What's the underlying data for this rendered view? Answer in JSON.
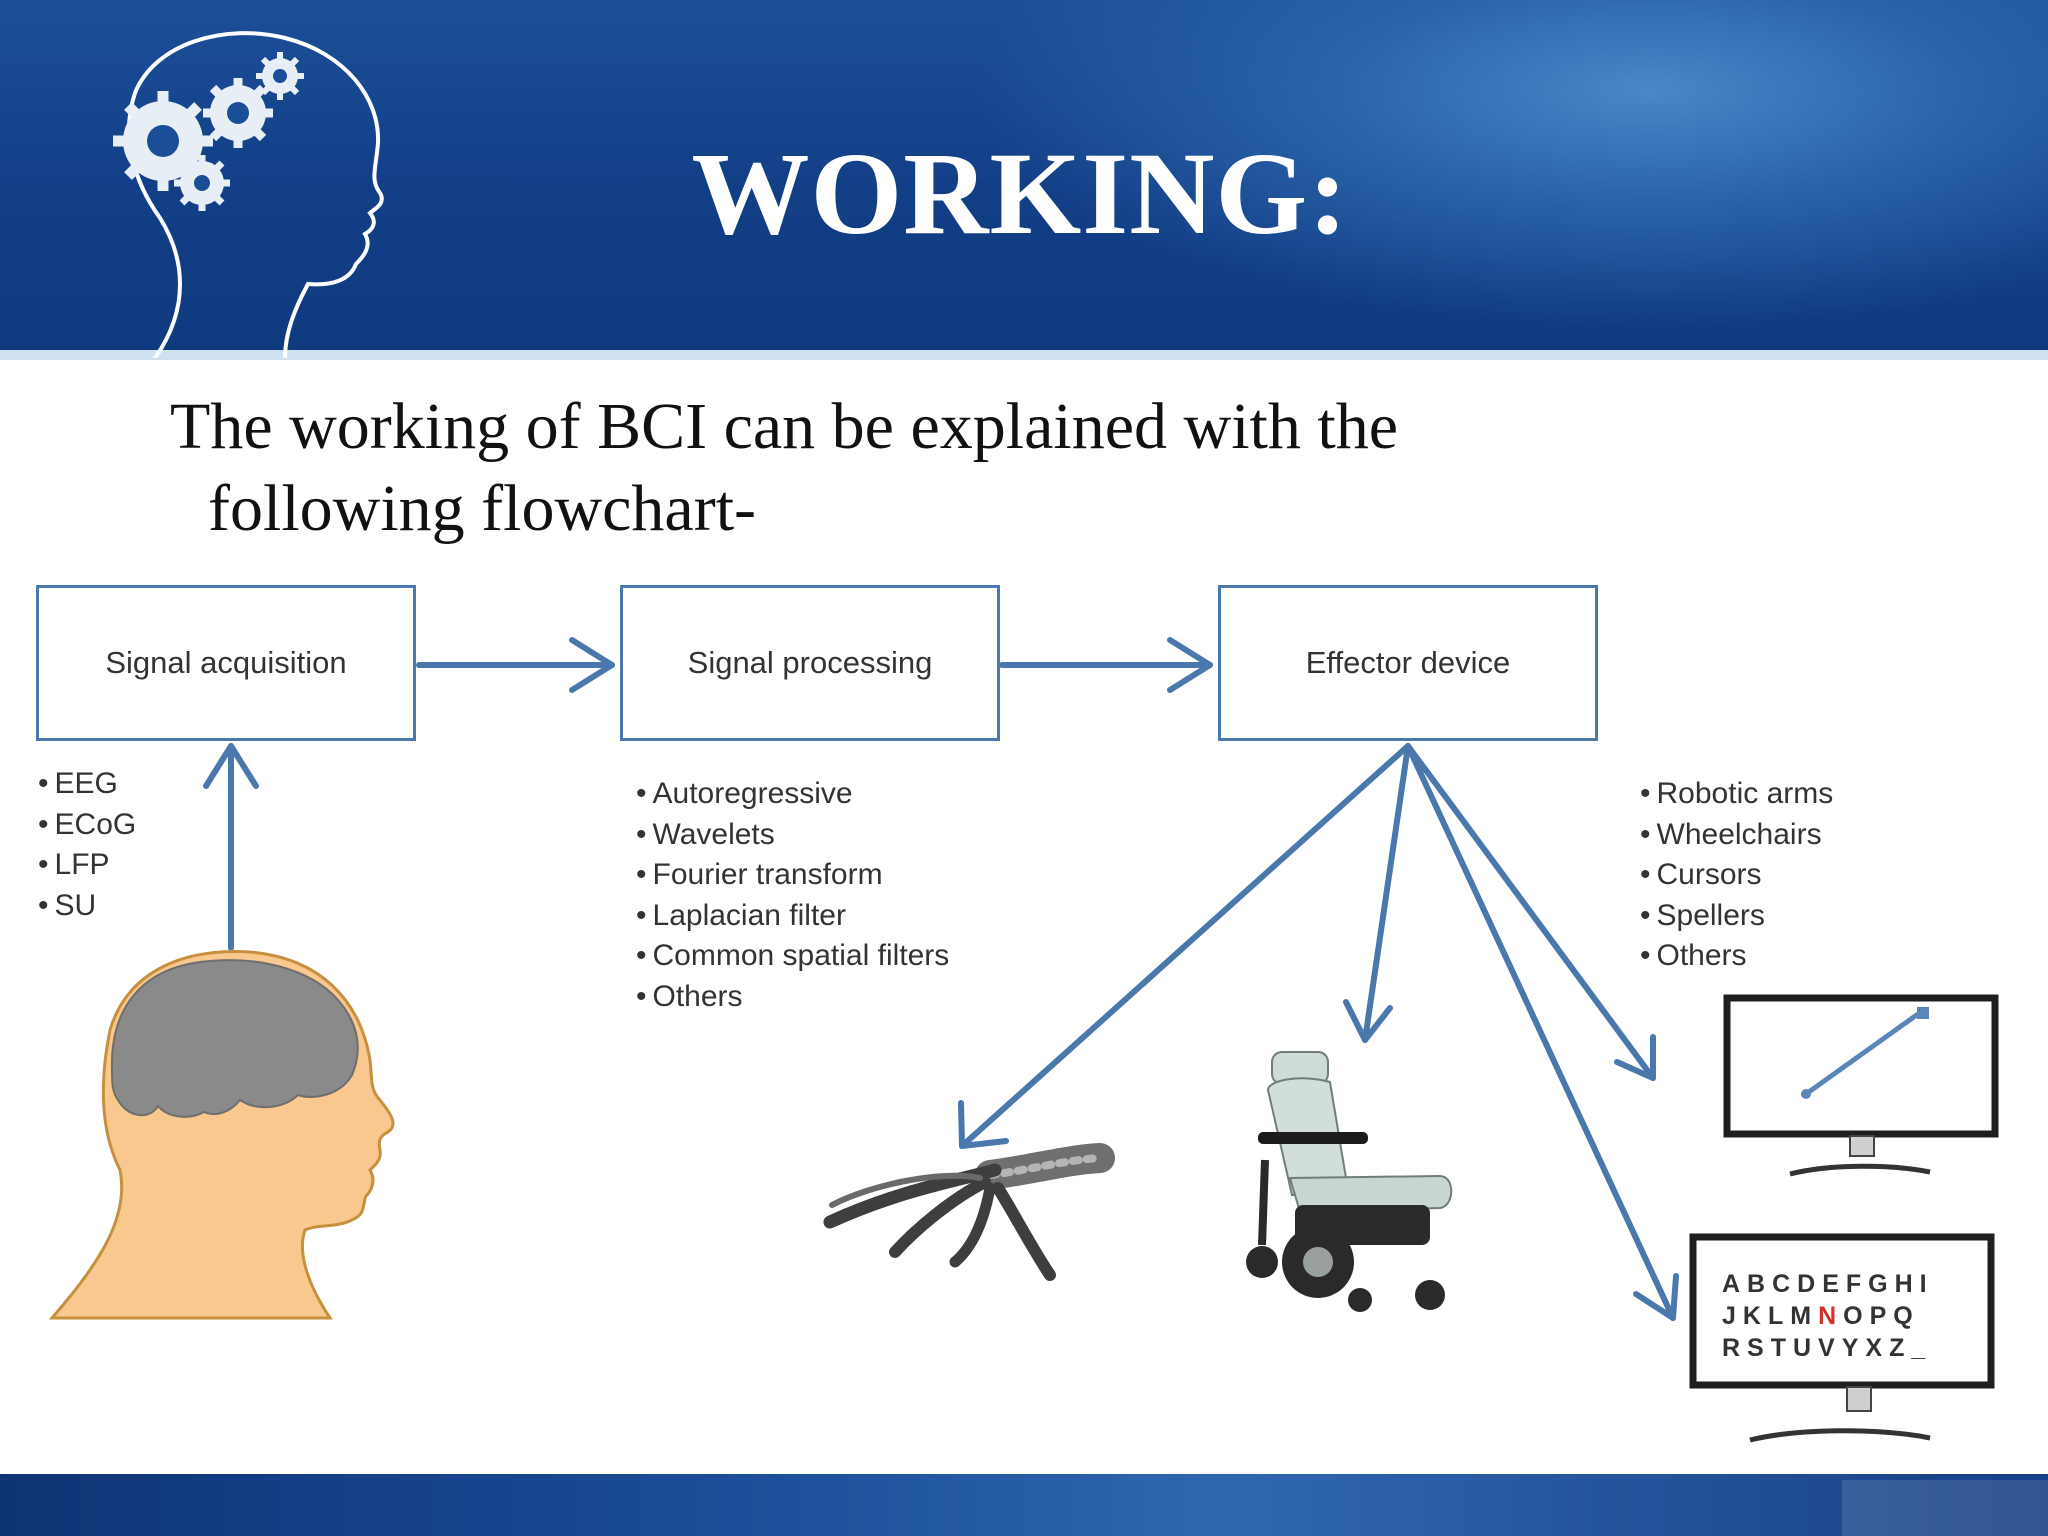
{
  "slide": {
    "title": "WORKING:",
    "intro_line1": "The working of BCI can be explained with the",
    "intro_line2": "following flowchart-"
  },
  "flowchart": {
    "stages": [
      {
        "label": "Signal acquisition"
      },
      {
        "label": "Signal processing"
      },
      {
        "label": "Effector device"
      }
    ],
    "acquisition_methods": [
      "EEG",
      "ECoG",
      "LFP",
      "SU"
    ],
    "processing_methods": [
      "Autoregressive",
      "Wavelets",
      "Fourier transform",
      "Laplacian filter",
      "Common spatial filters",
      "Others"
    ],
    "effector_outputs": [
      "Robotic arms",
      "Wheelchairs",
      "Cursors",
      "Spellers",
      "Others"
    ],
    "speller_rows": [
      {
        "pre": "ABCDEFGHI",
        "hl": "",
        "post": ""
      },
      {
        "pre": "JKLM",
        "hl": "N",
        "post": "OPQ"
      },
      {
        "pre": "RSTUVYXZ_",
        "hl": "",
        "post": ""
      }
    ]
  },
  "colors": {
    "header": "#123e86",
    "arrow": "#4a78ac",
    "skin": "#f8c88e",
    "brain": "#8a8a8a",
    "speller_highlight": "#d0332b"
  },
  "icons": [
    "head-gears-icon",
    "brain-head-icon",
    "robotic-arm-icon",
    "wheelchair-icon",
    "cursor-monitor-icon",
    "speller-monitor-icon"
  ]
}
